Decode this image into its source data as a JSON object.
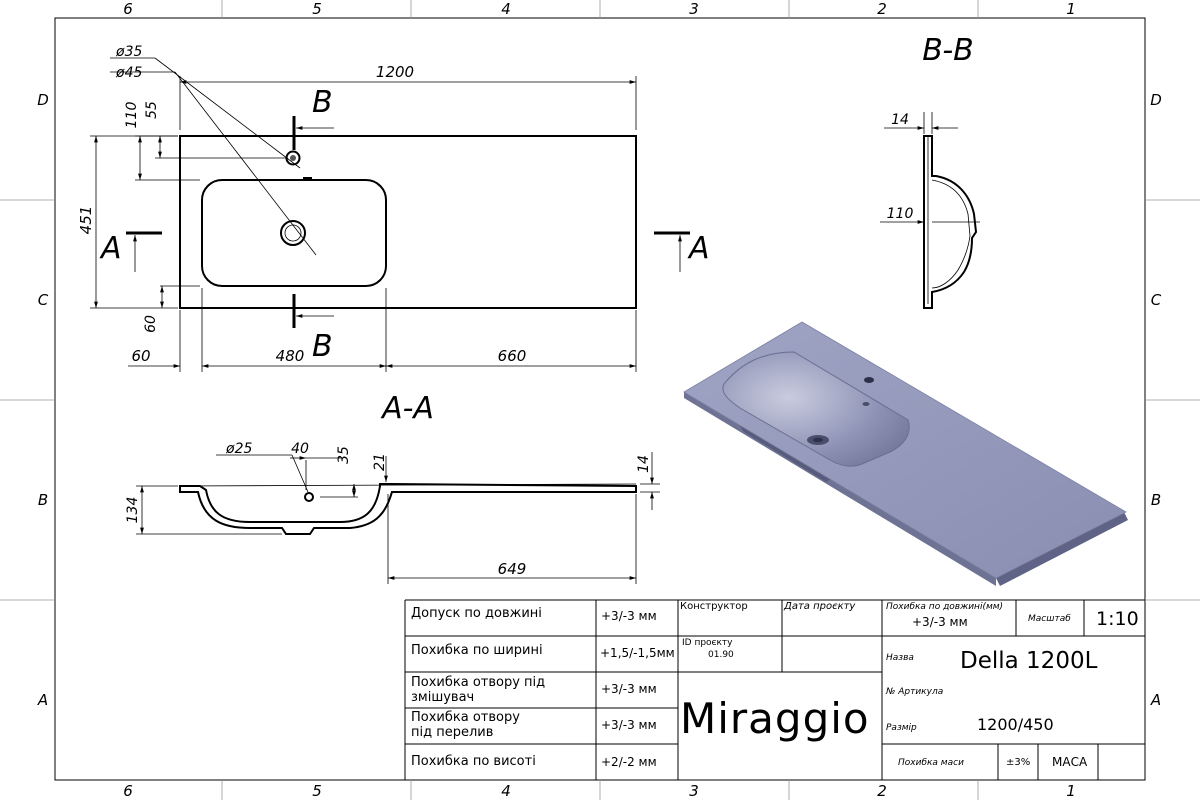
{
  "frame": {
    "columns": [
      "6",
      "5",
      "4",
      "3",
      "2",
      "1"
    ],
    "rows": [
      "D",
      "C",
      "B",
      "A"
    ]
  },
  "views": {
    "plan": {
      "section_b_mark": "B",
      "section_a_mark": "A",
      "dim_overall_length": "1200",
      "dim_hole_small": "ø35",
      "dim_hole_large": "ø45",
      "dim_hole_offset_110": "110",
      "dim_hole_offset_55": "55",
      "dim_depth": "451",
      "dim_bottom_60": "60",
      "dim_left_60": "60",
      "dim_bowl_480": "480",
      "dim_right_660": "660"
    },
    "section_aa": {
      "title": "A-A",
      "dim_hole": "ø25",
      "dim_40": "40",
      "dim_35": "35",
      "dim_21": "21",
      "dim_14": "14",
      "dim_134": "134",
      "dim_649": "649"
    },
    "section_bb": {
      "title": "B-B",
      "dim_14": "14",
      "dim_110": "110"
    }
  },
  "title_block": {
    "tolerances": [
      {
        "label": "Допуск по довжині",
        "value": "+3/-3 мм"
      },
      {
        "label": "Похибка по ширині",
        "value": "+1,5/-1,5мм"
      },
      {
        "label": "Похибка отвору під\nзмішувач",
        "value": "+3/-3 мм"
      },
      {
        "label": "Похибка отвору\nпід перелив",
        "value": "+3/-3 мм"
      },
      {
        "label": "Похибка по висоті",
        "value": "+2/-2 мм"
      }
    ],
    "designer_label": "Конструктор",
    "project_date_label": "Дата проєкту",
    "project_id_label": "ID проєкту",
    "project_id_value": "01.90",
    "logo_text": "Miraggio",
    "length_tolerance_label": "Похибка по довжині(мм)",
    "length_tolerance_value": "+3/-3 мм",
    "scale_label": "Масштаб",
    "scale_value": "1:10",
    "name_label": "Назва",
    "name_value": "Della 1200L",
    "article_label": "№ Артикула",
    "size_label": "Размір",
    "size_value": "1200/450",
    "mass_tolerance_label": "Похибка маси",
    "mass_tolerance_value": "±3%",
    "mass_label": "МАСА"
  }
}
